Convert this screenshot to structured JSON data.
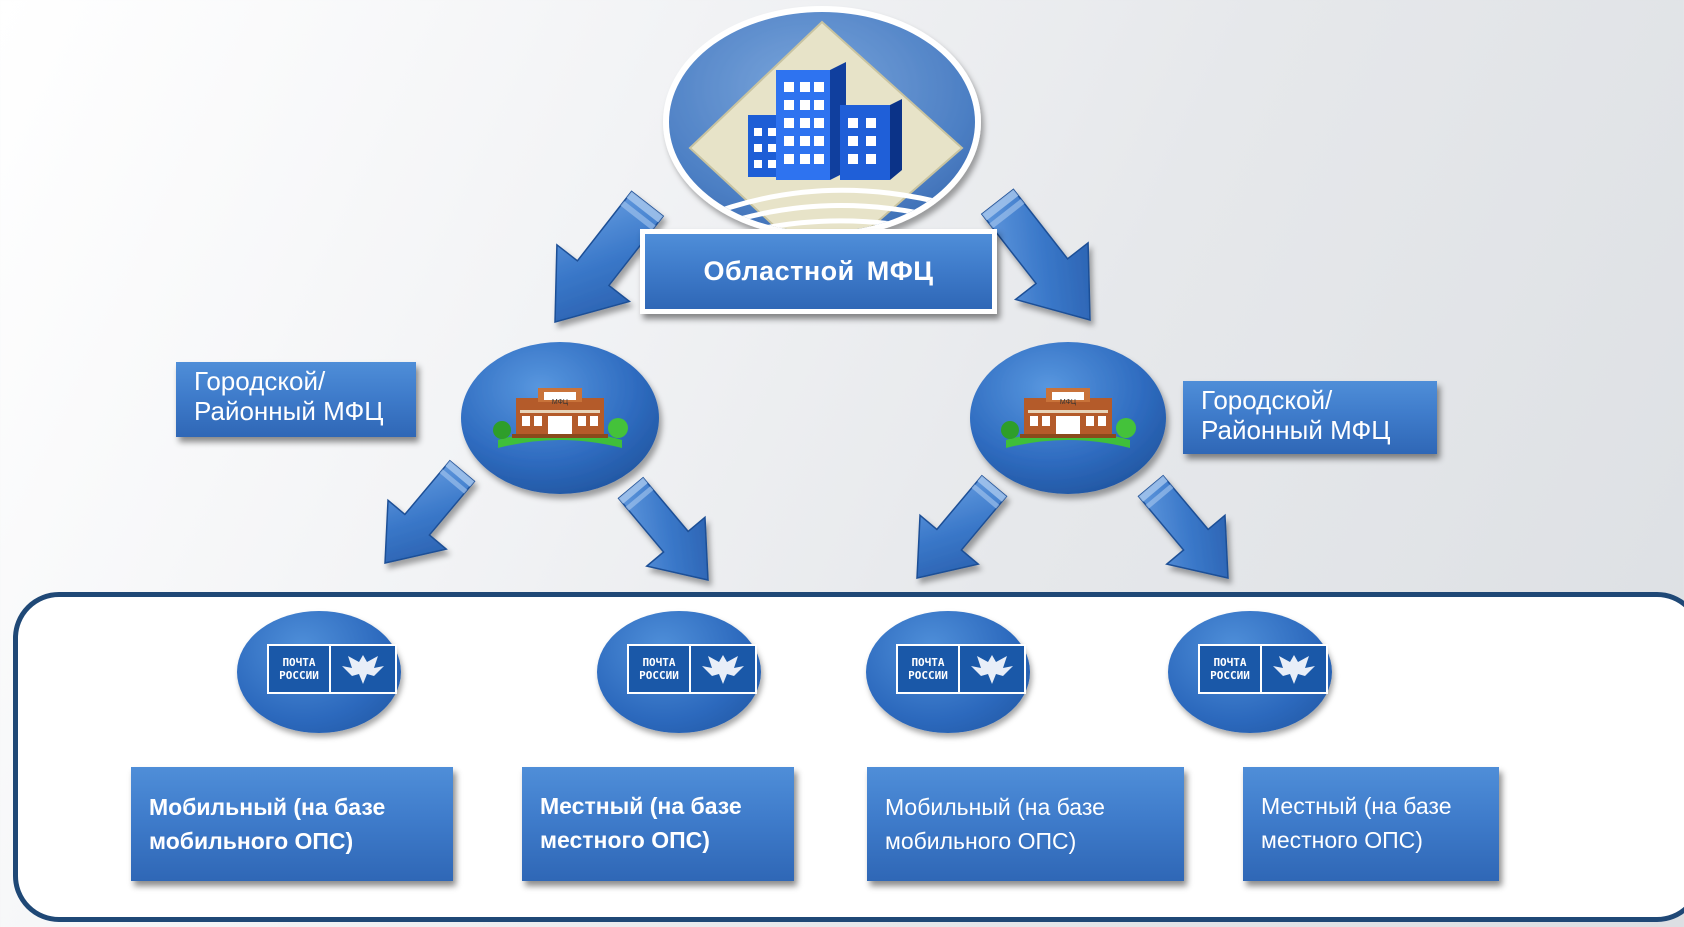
{
  "regional": {
    "label": "Областной  МФЦ"
  },
  "city_left": {
    "line1": "Городской/",
    "line2": "Районный МФЦ"
  },
  "city_right": {
    "line1": "Городской/",
    "line2": "Районный МФЦ"
  },
  "building_sign": "МФЦ",
  "post_logo": {
    "line1": "ПОЧТА",
    "line2": "РОССИИ"
  },
  "offices": [
    {
      "line1": "Мобильный (на базе",
      "line2": "мобильного ОПС)"
    },
    {
      "line1": "Местный (на базе",
      "line2": "местного ОПС)"
    },
    {
      "line1": "Мобильный (на базе",
      "line2": "мобильного ОПС)"
    },
    {
      "line1": "Местный (на базе",
      "line2": "местного ОПС)"
    }
  ],
  "colors": {
    "box_blue": "#3f7ccb",
    "panel_border": "#1f4876",
    "arrow_blue": "#2f6cc0"
  }
}
